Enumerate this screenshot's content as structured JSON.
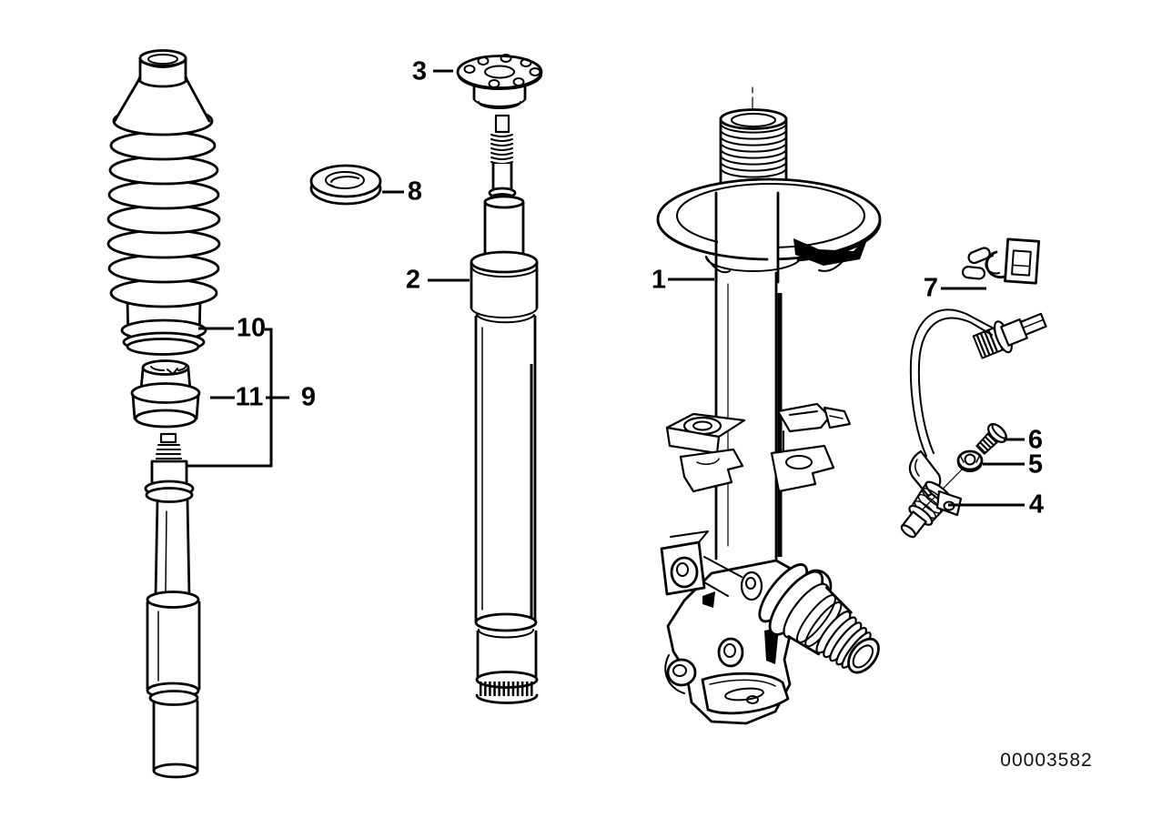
{
  "diagram": {
    "callouts": {
      "1": "1",
      "2": "2",
      "3": "3",
      "4": "4",
      "5": "5",
      "6": "6",
      "7": "7",
      "8": "8",
      "9": "9",
      "10": "10",
      "11": "11"
    },
    "part_number": "00003582",
    "colors": {
      "line": "#000000",
      "background": "#ffffff"
    }
  }
}
